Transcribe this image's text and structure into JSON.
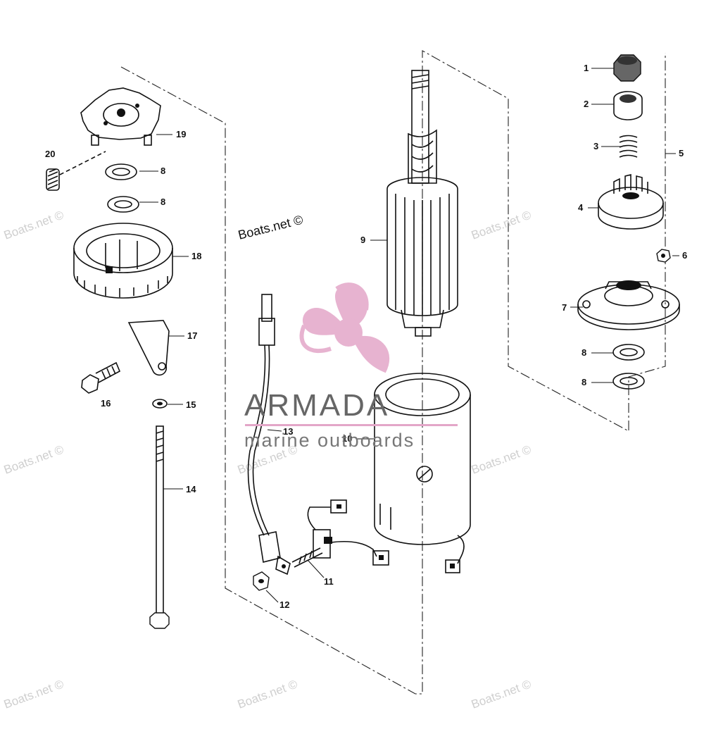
{
  "watermark_text": "Boats.net ©",
  "inline_credit": "Boats.net ©",
  "logo": {
    "name": "ARMADA",
    "tagline": "marine outboards",
    "color": "#e3a6c8"
  },
  "callouts": [
    {
      "id": "c1",
      "text": "1"
    },
    {
      "id": "c2",
      "text": "2"
    },
    {
      "id": "c3",
      "text": "3"
    },
    {
      "id": "c4",
      "text": "4"
    },
    {
      "id": "c5",
      "text": "5"
    },
    {
      "id": "c6",
      "text": "6"
    },
    {
      "id": "c7",
      "text": "7"
    },
    {
      "id": "c8a",
      "text": "8"
    },
    {
      "id": "c8b",
      "text": "8"
    },
    {
      "id": "c8c",
      "text": "8"
    },
    {
      "id": "c8d",
      "text": "8"
    },
    {
      "id": "c9",
      "text": "9"
    },
    {
      "id": "c10",
      "text": "10"
    },
    {
      "id": "c11",
      "text": "11"
    },
    {
      "id": "c12",
      "text": "12"
    },
    {
      "id": "c13",
      "text": "13"
    },
    {
      "id": "c14",
      "text": "14"
    },
    {
      "id": "c15",
      "text": "15"
    },
    {
      "id": "c16",
      "text": "16"
    },
    {
      "id": "c17",
      "text": "17"
    },
    {
      "id": "c18",
      "text": "18"
    },
    {
      "id": "c19",
      "text": "19"
    },
    {
      "id": "c20",
      "text": "20"
    }
  ]
}
